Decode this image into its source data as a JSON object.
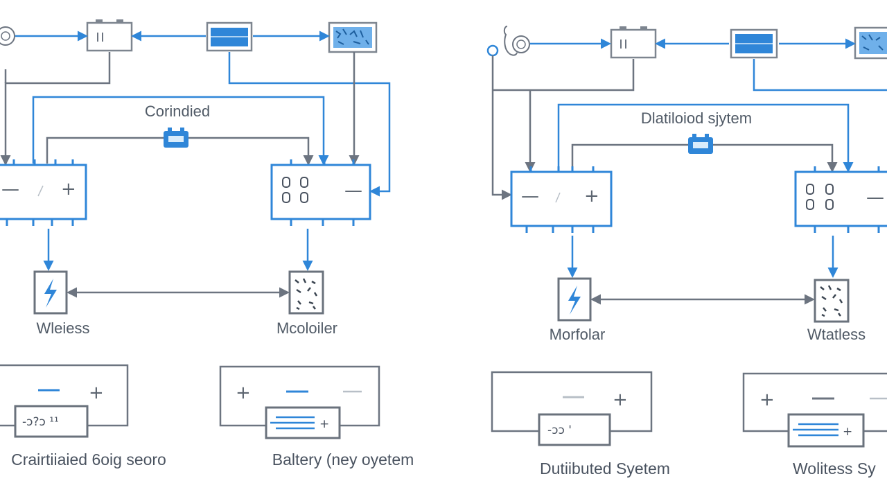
{
  "left_diagram": {
    "center_label": "Corindied",
    "node_label_left": "Wleiess",
    "node_label_right": "Mcoloiler",
    "caption_left": "Crairtiiaied 6oig seoro",
    "caption_right": "Baltery (ney oyetem"
  },
  "right_diagram": {
    "center_label": "Dlatiloiod sjytem",
    "node_label_left": "Morfolar",
    "node_label_right": "Wtatless",
    "caption_left": "Dutiibuted Syetem",
    "caption_right": "Wolitess Sy"
  },
  "symbols": {
    "minus": "—",
    "plus": "+",
    "bolt": "⚡",
    "small_text_left": "-ɔ?ɔ ¹¹",
    "small_text_right": "-ɔɔ '"
  },
  "colors": {
    "accent_blue": "#2f86d8",
    "wire_gray": "#6c7480",
    "text": "#505a66"
  }
}
